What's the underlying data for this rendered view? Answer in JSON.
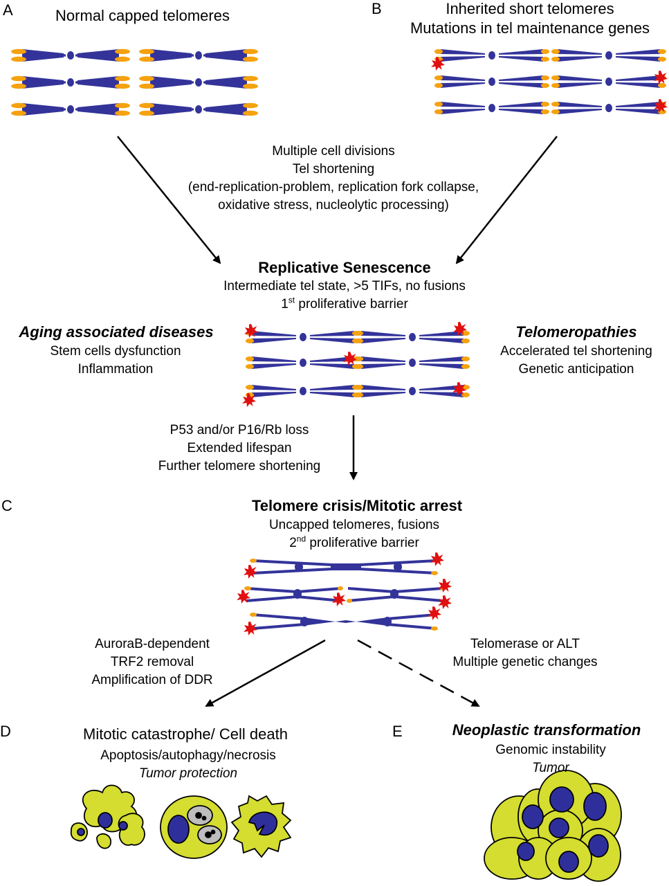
{
  "panels": {
    "a": {
      "letter": "A",
      "title": "Normal capped telomeres"
    },
    "b": {
      "letter": "B",
      "title_line1": "Inherited short telomeres",
      "title_line2": "Mutations in tel maintenance genes"
    },
    "c": {
      "letter": "C"
    },
    "d": {
      "letter": "D"
    },
    "e": {
      "letter": "E"
    }
  },
  "division_text": [
    "Multiple cell divisions",
    "Tel shortening",
    "(end-replication-problem, replication fork collapse,",
    "oxidative stress, nucleolytic processing)"
  ],
  "senescence": {
    "title": "Replicative Senescence",
    "line1": "Intermediate tel state, >5 TIFs, no fusions",
    "line2_prefix": "1",
    "line2_sup": "st",
    "line2_rest": " proliferative barrier"
  },
  "aging": {
    "title": "Aging associated diseases",
    "line1": "Stem cells dysfunction",
    "line2": "Inflammation"
  },
  "telomeropathies": {
    "title": "Telomeropathies",
    "line1": "Accelerated tel shortening",
    "line2": "Genetic anticipation"
  },
  "loss_text": [
    "P53 and/or P16/Rb loss",
    "Extended lifespan",
    "Further telomere shortening"
  ],
  "crisis": {
    "title": "Telomere crisis/Mitotic arrest",
    "line1": "Uncapped telomeres, fusions",
    "line2_prefix": "2",
    "line2_sup": "nd",
    "line2_rest": " proliferative barrier"
  },
  "aurora_text": [
    "AuroraB-dependent",
    "TRF2 removal",
    "Amplification of DDR"
  ],
  "telomerase_text": [
    "Telomerase or ALT",
    "Multiple genetic  changes"
  ],
  "catastrophe": {
    "title": "Mitotic catastrophe/ Cell death",
    "line1": "Apoptosis/autophagy/necrosis",
    "line2": "Tumor protection"
  },
  "neoplastic": {
    "title": "Neoplastic transformation",
    "line1": "Genomic instability",
    "line2": "Tumor"
  },
  "colors": {
    "chromosome": "#33339a",
    "telomere": "#f5a20f",
    "damage": "#e01010",
    "cell": "#d4dd30",
    "nucleus": "#2f2f9c",
    "vacuole": "#bdbdbd"
  }
}
